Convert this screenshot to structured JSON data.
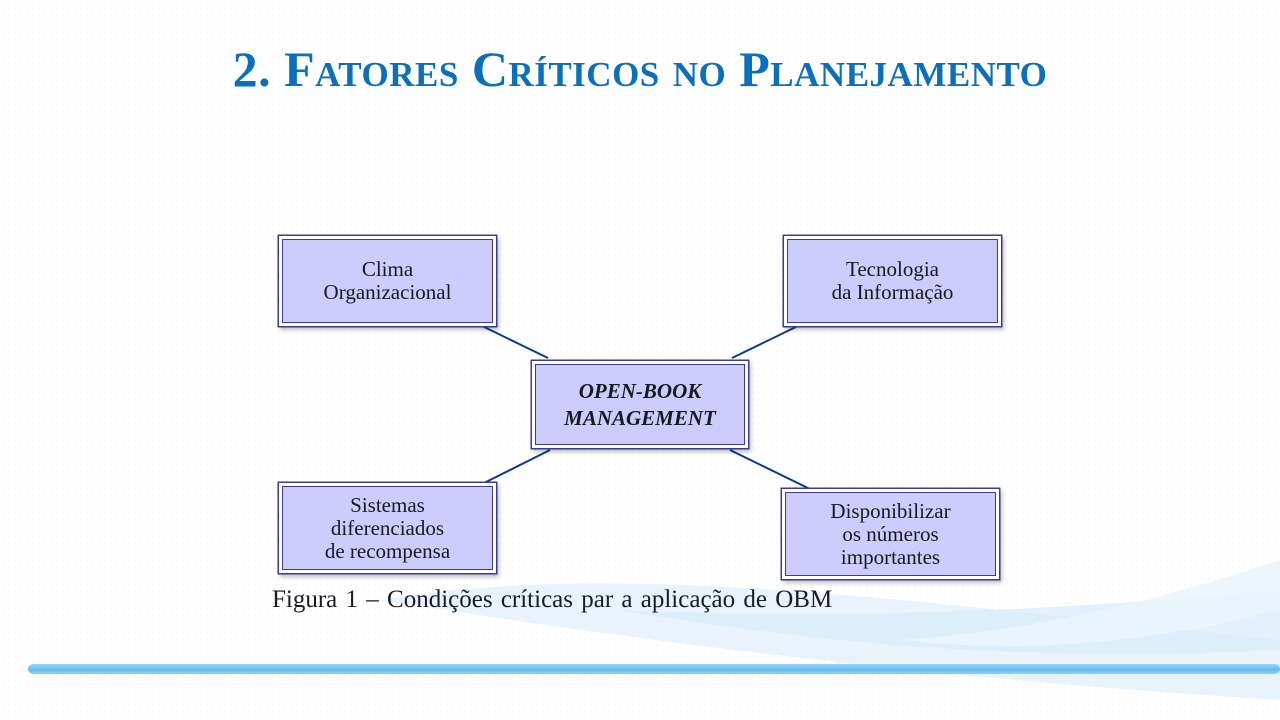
{
  "slide": {
    "title": "2. Fatores Críticos no Planejamento",
    "caption": "Figura 1 – Condições críticas par a aplicação de OBM"
  },
  "diagram": {
    "center": {
      "label": "OPEN-BOOK\nMANAGEMENT"
    },
    "nodes": [
      {
        "id": "clima",
        "label": "Clima\nOrganizacional"
      },
      {
        "id": "tecnologia",
        "label": "Tecnologia\nda Informação"
      },
      {
        "id": "sistemas",
        "label": "Sistemas\ndiferenciados\nde recompensa"
      },
      {
        "id": "disponibilizar",
        "label": "Disponibilizar\nos números\nimportantes"
      }
    ],
    "edges": [
      {
        "from": "center",
        "to": "clima"
      },
      {
        "from": "center",
        "to": "tecnologia"
      },
      {
        "from": "center",
        "to": "sistemas"
      },
      {
        "from": "center",
        "to": "disponibilizar"
      }
    ]
  },
  "colors": {
    "title": "#0b6fba",
    "node_fill": "#ccccff",
    "node_border": "#3d3d8c",
    "connector": "#0e3a8c",
    "accent_bar": "#62bdf0"
  }
}
